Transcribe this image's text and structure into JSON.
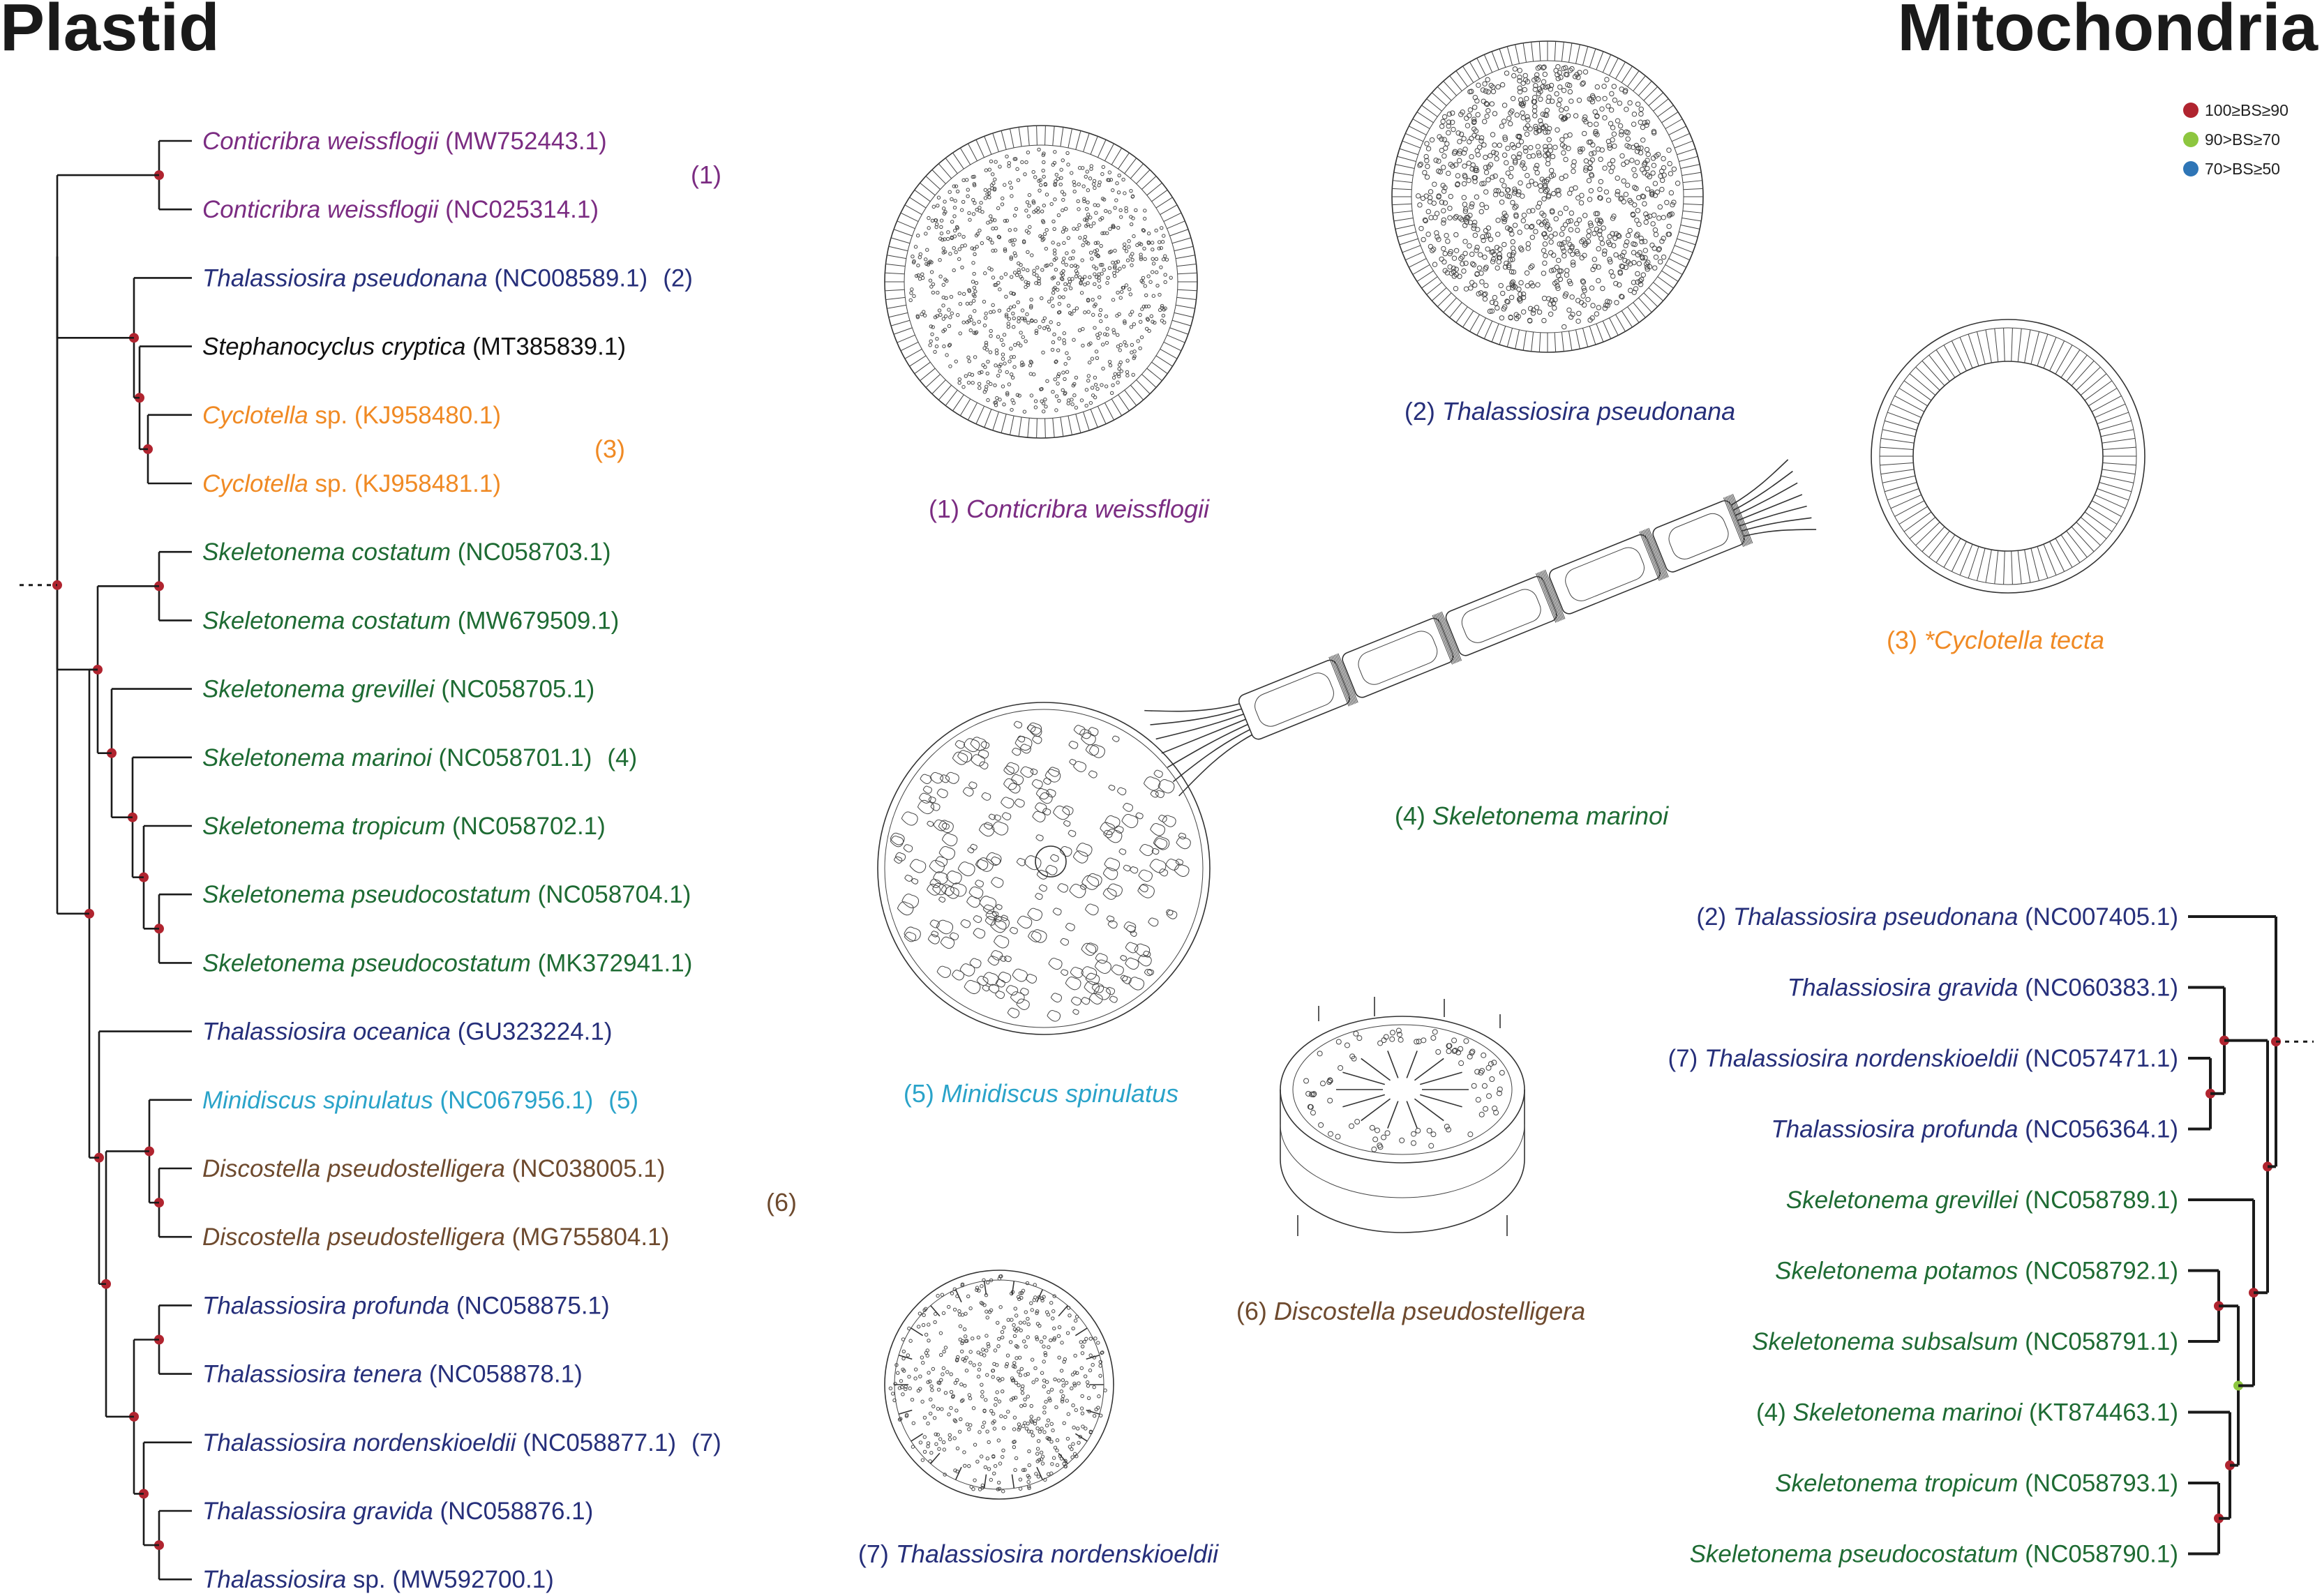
{
  "headers": {
    "left": "Plastid",
    "right": "Mitochondria"
  },
  "legend": [
    {
      "label": "100≥BS≥90",
      "color": "#b0242f"
    },
    {
      "label": "90>BS≥70",
      "color": "#8dc63f"
    },
    {
      "label": "70>BS≥50",
      "color": "#2e75b6"
    }
  ],
  "colors": {
    "conticribra": "#7b2c82",
    "thalassiosira": "#262f7a",
    "stephanocyclus": "#111111",
    "cyclotella": "#f08a24",
    "skeletonema": "#1e6b33",
    "minidiscus": "#2aa3c9",
    "discostella": "#6e4a2e"
  },
  "plastid_leaves": [
    {
      "genus": "Conticribra weissflogii",
      "tail": " (MW752443.1)",
      "mark": "",
      "clade": "conticribra"
    },
    {
      "genus": "Conticribra weissflogii",
      "tail": " (NC025314.1)",
      "mark": "",
      "clade": "conticribra"
    },
    {
      "genus": "Thalassiosira pseudonana",
      "tail": " (NC008589.1)",
      "mark": "(2)",
      "clade": "thalassiosira"
    },
    {
      "genus": "Stephanocyclus cryptica",
      "tail": " (MT385839.1)",
      "mark": "",
      "clade": "stephanocyclus"
    },
    {
      "genus": "Cyclotella",
      "tail": " sp. (KJ958480.1)",
      "mark": "",
      "clade": "cyclotella"
    },
    {
      "genus": "Cyclotella",
      "tail": " sp. (KJ958481.1)",
      "mark": "",
      "clade": "cyclotella"
    },
    {
      "genus": "Skeletonema costatum",
      "tail": " (NC058703.1)",
      "mark": "",
      "clade": "skeletonema"
    },
    {
      "genus": "Skeletonema costatum",
      "tail": " (MW679509.1)",
      "mark": "",
      "clade": "skeletonema"
    },
    {
      "genus": "Skeletonema grevillei",
      "tail": " (NC058705.1)",
      "mark": "",
      "clade": "skeletonema"
    },
    {
      "genus": "Skeletonema marinoi",
      "tail": " (NC058701.1)",
      "mark": "(4)",
      "clade": "skeletonema"
    },
    {
      "genus": "Skeletonema tropicum",
      "tail": " (NC058702.1)",
      "mark": "",
      "clade": "skeletonema"
    },
    {
      "genus": "Skeletonema pseudocostatum",
      "tail": " (NC058704.1)",
      "mark": "",
      "clade": "skeletonema"
    },
    {
      "genus": "Skeletonema pseudocostatum",
      "tail": " (MK372941.1)",
      "mark": "",
      "clade": "skeletonema"
    },
    {
      "genus": "Thalassiosira oceanica",
      "tail": " (GU323224.1)",
      "mark": "",
      "clade": "thalassiosira"
    },
    {
      "genus": "Minidiscus spinulatus",
      "tail": " (NC067956.1)",
      "mark": "(5)",
      "clade": "minidiscus"
    },
    {
      "genus": "Discostella pseudostelligera",
      "tail": " (NC038005.1)",
      "mark": "",
      "clade": "discostella"
    },
    {
      "genus": "Discostella pseudostelligera",
      "tail": " (MG755804.1)",
      "mark": "",
      "clade": "discostella"
    },
    {
      "genus": "Thalassiosira profunda",
      "tail": " (NC058875.1)",
      "mark": "",
      "clade": "thalassiosira"
    },
    {
      "genus": "Thalassiosira tenera",
      "tail": " (NC058878.1)",
      "mark": "",
      "clade": "thalassiosira"
    },
    {
      "genus": "Thalassiosira nordenskioeldii",
      "tail": " (NC058877.1)",
      "mark": "(7)",
      "clade": "thalassiosira"
    },
    {
      "genus": "Thalassiosira gravida",
      "tail": " (NC058876.1)",
      "mark": "",
      "clade": "thalassiosira"
    },
    {
      "genus": "Thalassiosira",
      "tail": " sp. (MW592700.1)",
      "mark": "",
      "clade": "thalassiosira"
    }
  ],
  "plastid_groups": [
    {
      "label": "(1)",
      "clade": "conticribra"
    },
    {
      "label": "(3)",
      "clade": "cyclotella"
    },
    {
      "label": "(6)",
      "clade": "discostella"
    }
  ],
  "mito_leaves": [
    {
      "prefix": "(2)  ",
      "genus": "Thalassiosira pseudonana",
      "tail": " (NC007405.1)",
      "clade": "thalassiosira"
    },
    {
      "prefix": "",
      "genus": "Thalassiosira gravida",
      "tail": " (NC060383.1)",
      "clade": "thalassiosira"
    },
    {
      "prefix": "(7)  ",
      "genus": "Thalassiosira nordenskioeldii",
      "tail": " (NC057471.1)",
      "clade": "thalassiosira"
    },
    {
      "prefix": "",
      "genus": "Thalassiosira profunda",
      "tail": " (NC056364.1)",
      "clade": "thalassiosira"
    },
    {
      "prefix": "",
      "genus": "Skeletonema grevillei",
      "tail": " (NC058789.1)",
      "clade": "skeletonema"
    },
    {
      "prefix": "",
      "genus": "Skeletonema potamos",
      "tail": " (NC058792.1)",
      "clade": "skeletonema"
    },
    {
      "prefix": "",
      "genus": "Skeletonema subsalsum",
      "tail": " (NC058791.1)",
      "clade": "skeletonema"
    },
    {
      "prefix": "(4)  ",
      "genus": "Skeletonema marinoi",
      "tail": " (KT874463.1)",
      "clade": "skeletonema"
    },
    {
      "prefix": "",
      "genus": "Skeletonema tropicum",
      "tail": " (NC058793.1)",
      "clade": "skeletonema"
    },
    {
      "prefix": "",
      "genus": "Skeletonema pseudocostatum",
      "tail": " (NC058790.1)",
      "clade": "skeletonema"
    }
  ],
  "captions": [
    {
      "num": "(1) ",
      "name": "Conticribra weissflogii",
      "clade": "conticribra"
    },
    {
      "num": "(2) ",
      "name": "Thalassiosira pseudonana",
      "clade": "thalassiosira"
    },
    {
      "num": "(3) ",
      "name": "*Cyclotella tecta",
      "clade": "cyclotella"
    },
    {
      "num": "(4) ",
      "name": "Skeletonema marinoi",
      "clade": "skeletonema"
    },
    {
      "num": "(5) ",
      "name": "Minidiscus spinulatus",
      "clade": "minidiscus"
    },
    {
      "num": "(6) ",
      "name": "Discostella pseudostelligera",
      "clade": "discostella"
    },
    {
      "num": "(7) ",
      "name": "Thalassiosira nordenskioeldii",
      "clade": "thalassiosira"
    }
  ]
}
